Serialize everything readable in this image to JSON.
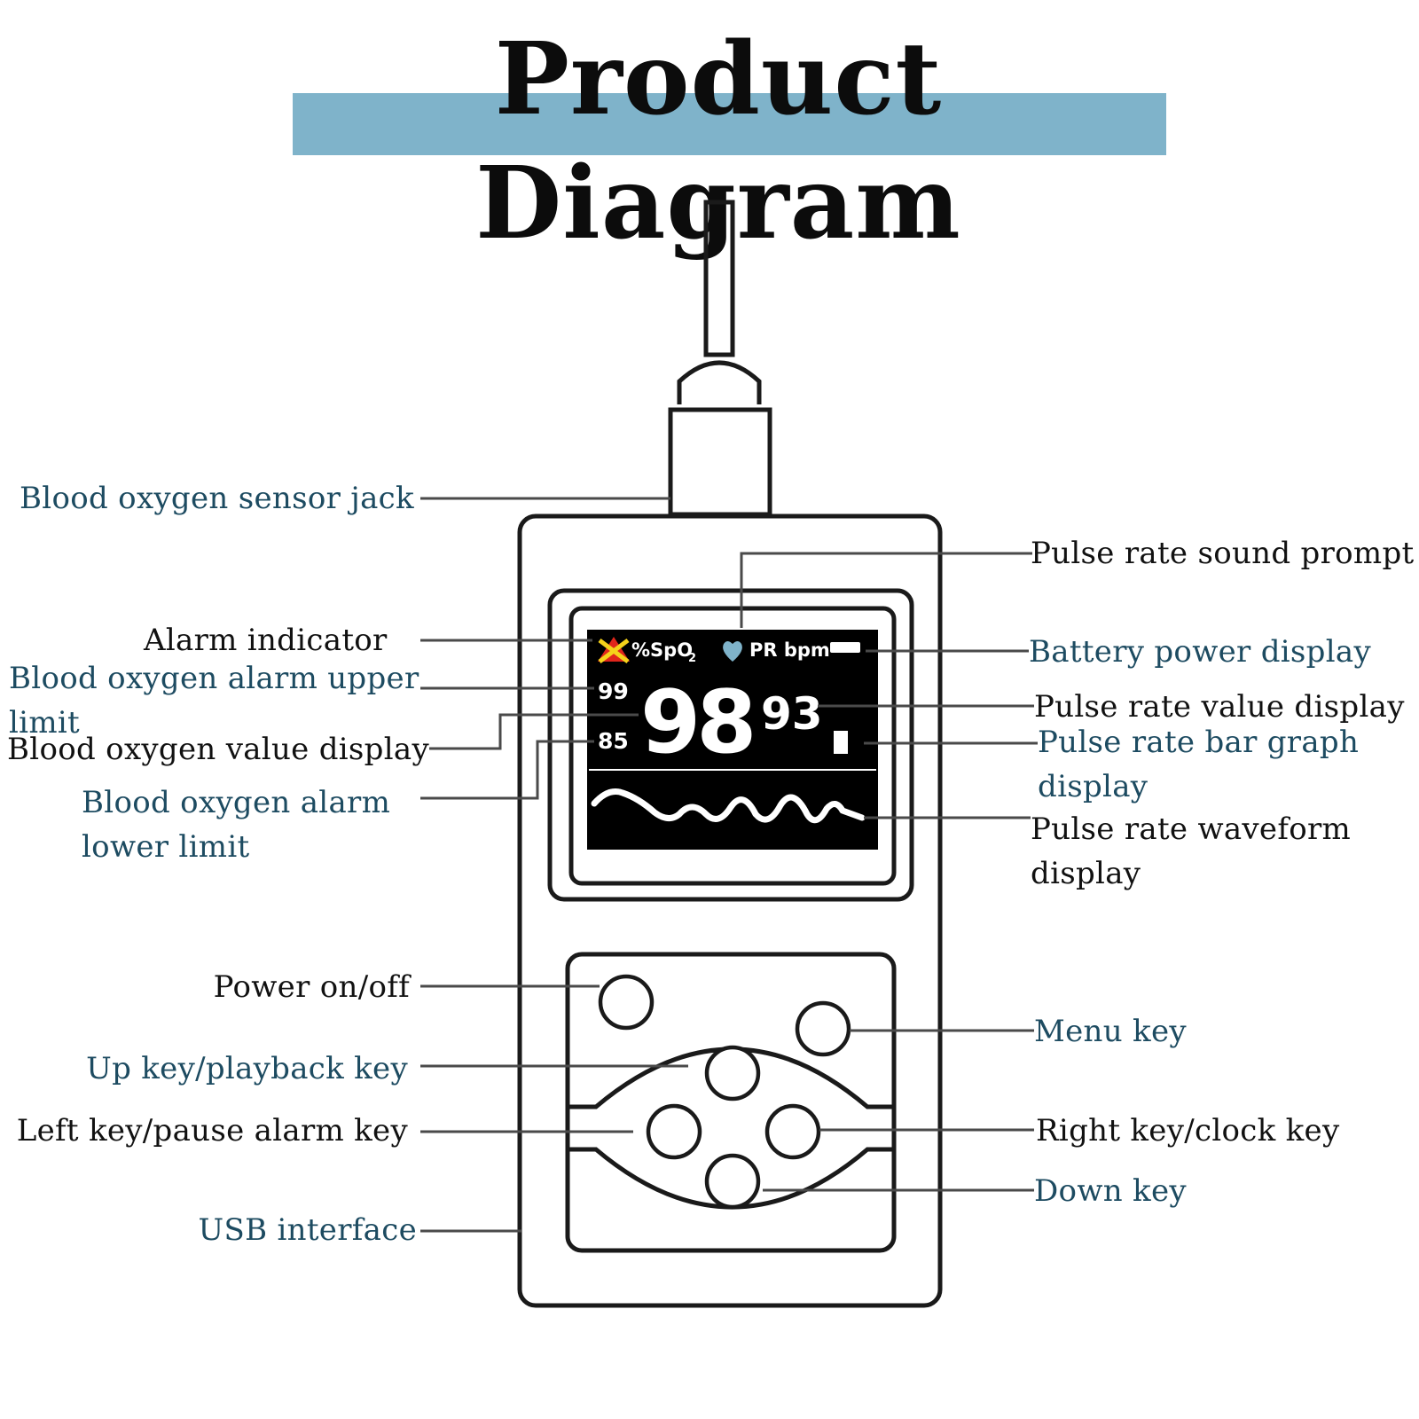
{
  "title": "Product Diagram",
  "screen": {
    "spo2_label": "%SpO",
    "spo2_sub": "2",
    "pr_label": "PR bpm",
    "spo2_upper": "99",
    "spo2_lower": "85",
    "spo2_value": "98",
    "pr_value": "93"
  },
  "labels": {
    "sensor_jack": "Blood oxygen sensor jack",
    "alarm_indicator": "Alarm indicator",
    "alarm_upper": "Blood oxygen alarm upper limit",
    "spo2_value_display": "Blood oxygen value display",
    "alarm_lower": "Blood oxygen alarm lower limit",
    "power": "Power on/off",
    "up_key": "Up key/playback key",
    "left_key": "Left key/pause alarm key",
    "usb": "USB interface",
    "sound_prompt": "Pulse rate sound prompt",
    "battery": "Battery power display",
    "pr_value_display": "Pulse rate value display",
    "bar_graph": "Pulse rate bar graph display",
    "waveform": "Pulse rate waveform display",
    "menu_key": "Menu key",
    "right_key": "Right key/clock key",
    "down_key": "Down key"
  },
  "colors": {
    "label_blue": "#1d4b61",
    "title_band": "#7fb3ca",
    "alarm_icon": "#e0251b",
    "heart_icon": "#7fb3ca",
    "screen_bg": "#000000"
  }
}
